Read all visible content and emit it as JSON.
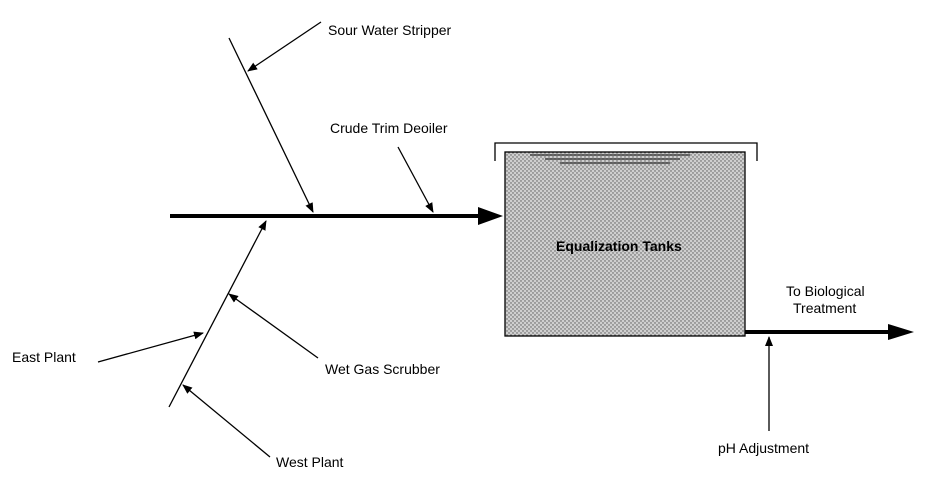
{
  "diagram": {
    "labels": {
      "sour_water_stripper": "Sour Water Stripper",
      "crude_trim_deoiler": "Crude Trim Deoiler",
      "equalization_tanks": "Equalization Tanks",
      "to_biological_line1": "To Biological",
      "to_biological_line2": "Treatment",
      "east_plant": "East Plant",
      "wet_gas_scrubber": "Wet Gas Scrubber",
      "west_plant": "West Plant",
      "ph_adjustment": "pH Adjustment"
    },
    "colors": {
      "line": "#000000",
      "tank_fill": "#c8c8c8",
      "tank_dots": "#555555"
    }
  }
}
